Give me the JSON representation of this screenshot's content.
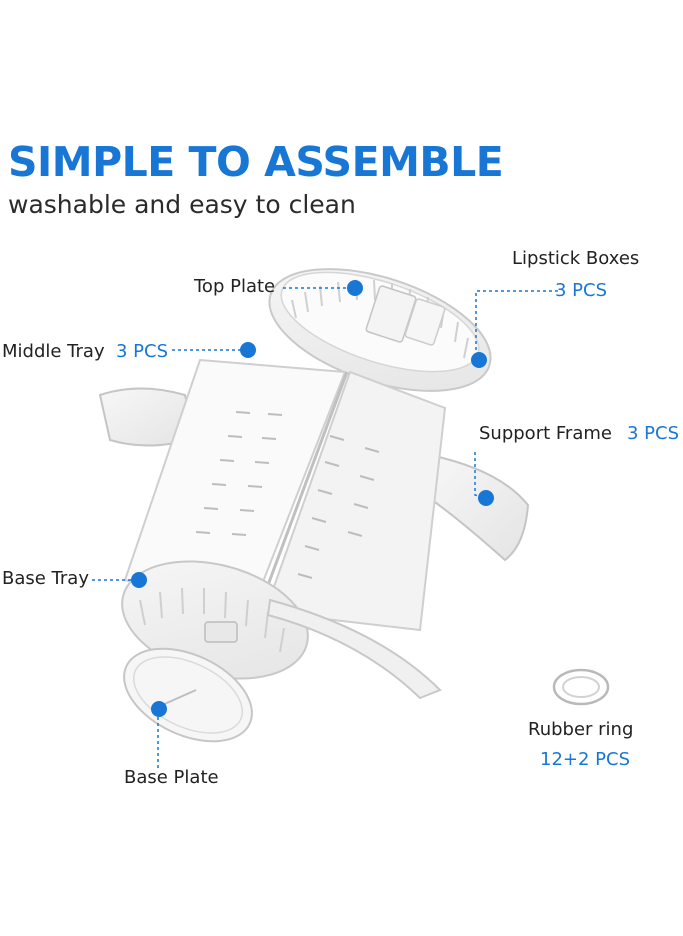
{
  "headline": "SIMPLE TO ASSEMBLE",
  "subheadline": "washable and easy to clean",
  "colors": {
    "accent": "#1877d4",
    "text": "#222222"
  },
  "parts": {
    "top_plate": {
      "label": "Top Plate"
    },
    "lipstick_boxes": {
      "label": "Lipstick Boxes",
      "qty": "3 PCS"
    },
    "middle_tray": {
      "label": "Middle Tray",
      "qty": "3 PCS"
    },
    "support_frame": {
      "label": "Support Frame",
      "qty": "3 PCS"
    },
    "base_tray": {
      "label": "Base Tray"
    },
    "base_plate": {
      "label": "Base Plate"
    },
    "rubber_ring": {
      "label": "Rubber ring",
      "qty": "12+2 PCS"
    }
  }
}
